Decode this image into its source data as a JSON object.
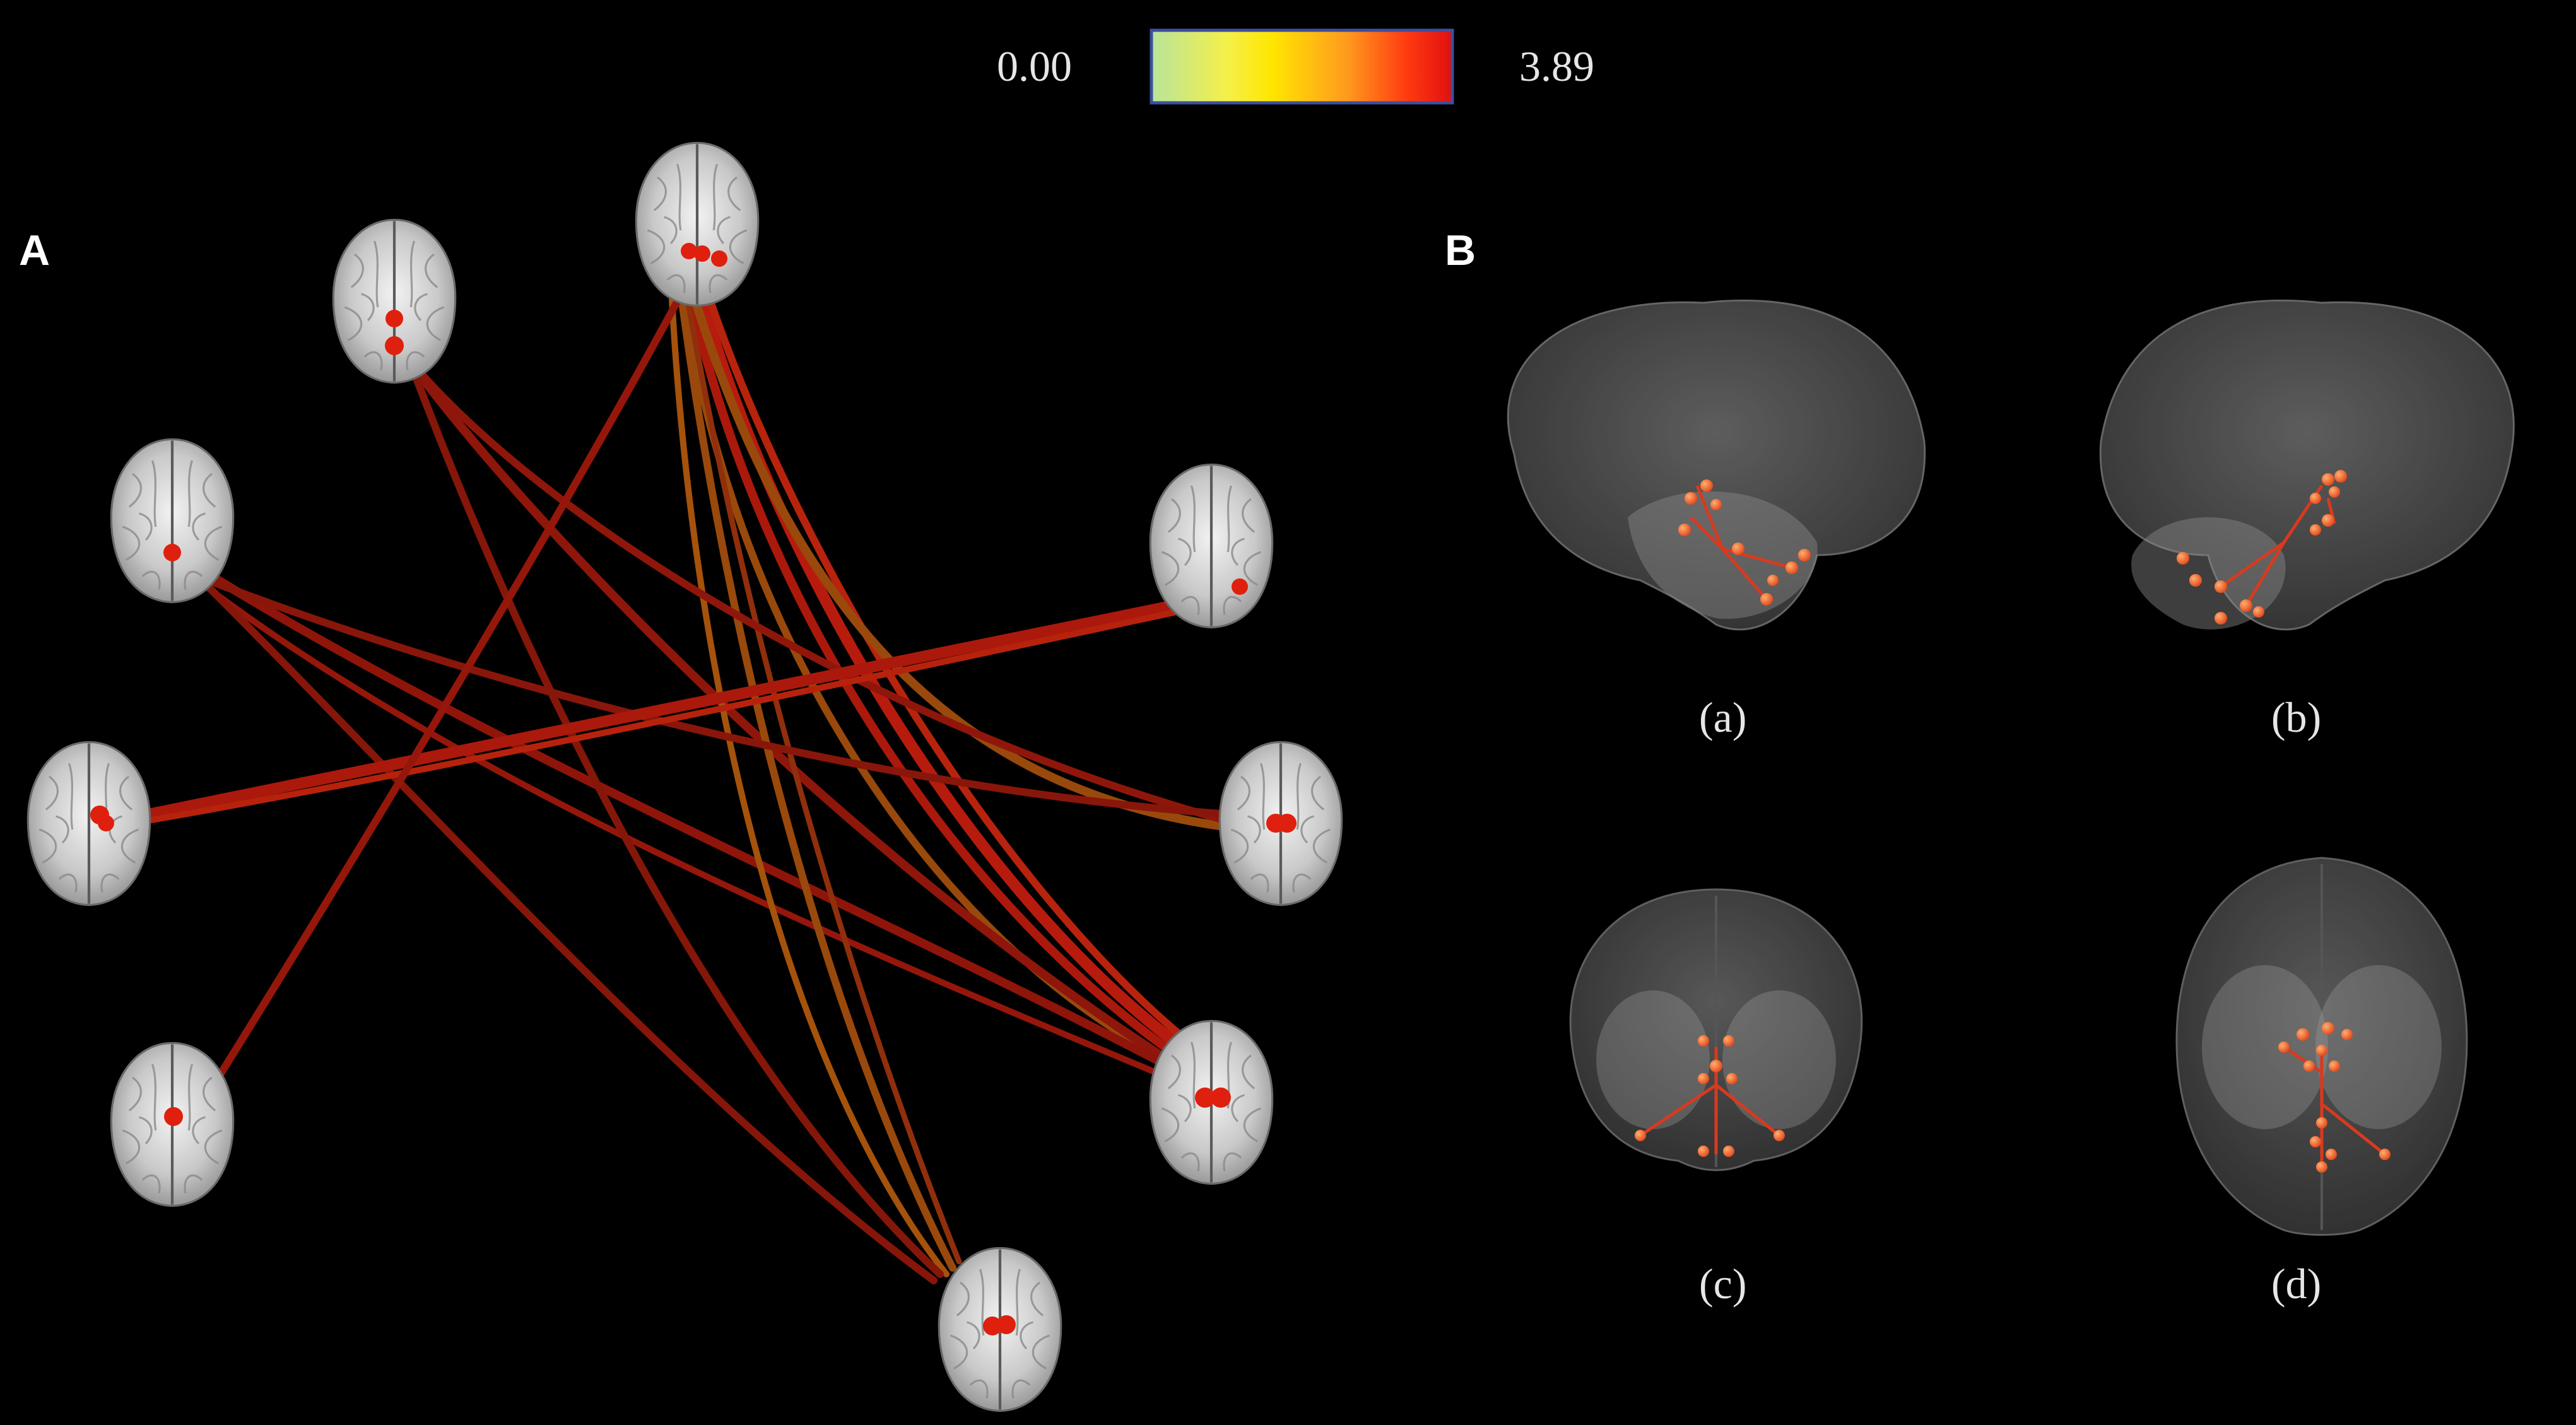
{
  "colorbar": {
    "min_label": "0.00",
    "max_label": "3.89",
    "stops": [
      "#b8e49a",
      "#f4f04a",
      "#ffe600",
      "#ff9a1e",
      "#ff3a10",
      "#e01010"
    ]
  },
  "panel_a": {
    "label": "A",
    "node_color": "#e0200e",
    "edge_color": "#b81d0c",
    "edge_color_alt": "#b3560e"
  },
  "panel_b": {
    "label": "B",
    "views": [
      {
        "id": "a",
        "caption": "(a)"
      },
      {
        "id": "b",
        "caption": "(b)"
      },
      {
        "id": "c",
        "caption": "(c)"
      },
      {
        "id": "d",
        "caption": "(d)"
      }
    ]
  }
}
